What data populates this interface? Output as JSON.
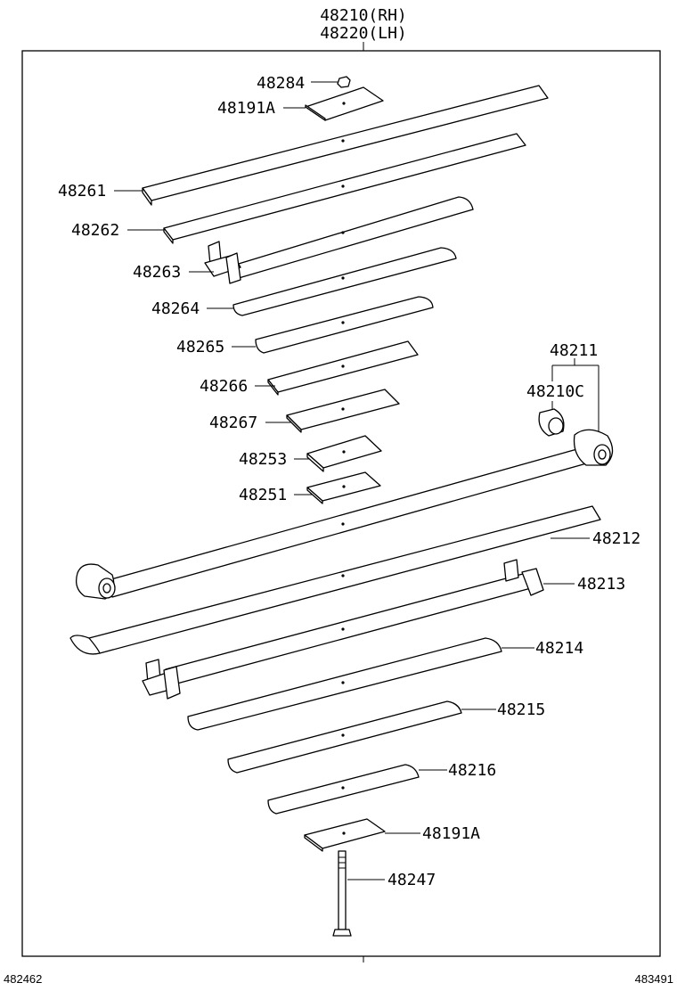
{
  "header": {
    "part_rh": "48210(RH)",
    "part_lh": "48220(LH)"
  },
  "callouts": {
    "c48284": "48284",
    "c48191A_top": "48191A",
    "c48261": "48261",
    "c48262": "48262",
    "c48263": "48263",
    "c48264": "48264",
    "c48265": "48265",
    "c48266": "48266",
    "c48267": "48267",
    "c48253": "48253",
    "c48251": "48251",
    "c48211": "48211",
    "c48210C": "48210C",
    "c48212": "48212",
    "c48213": "48213",
    "c48214": "48214",
    "c48215": "48215",
    "c48216": "48216",
    "c48191A_bottom": "48191A",
    "c48247": "48247"
  },
  "footer": {
    "left_code": "482462",
    "right_code": "483491"
  }
}
